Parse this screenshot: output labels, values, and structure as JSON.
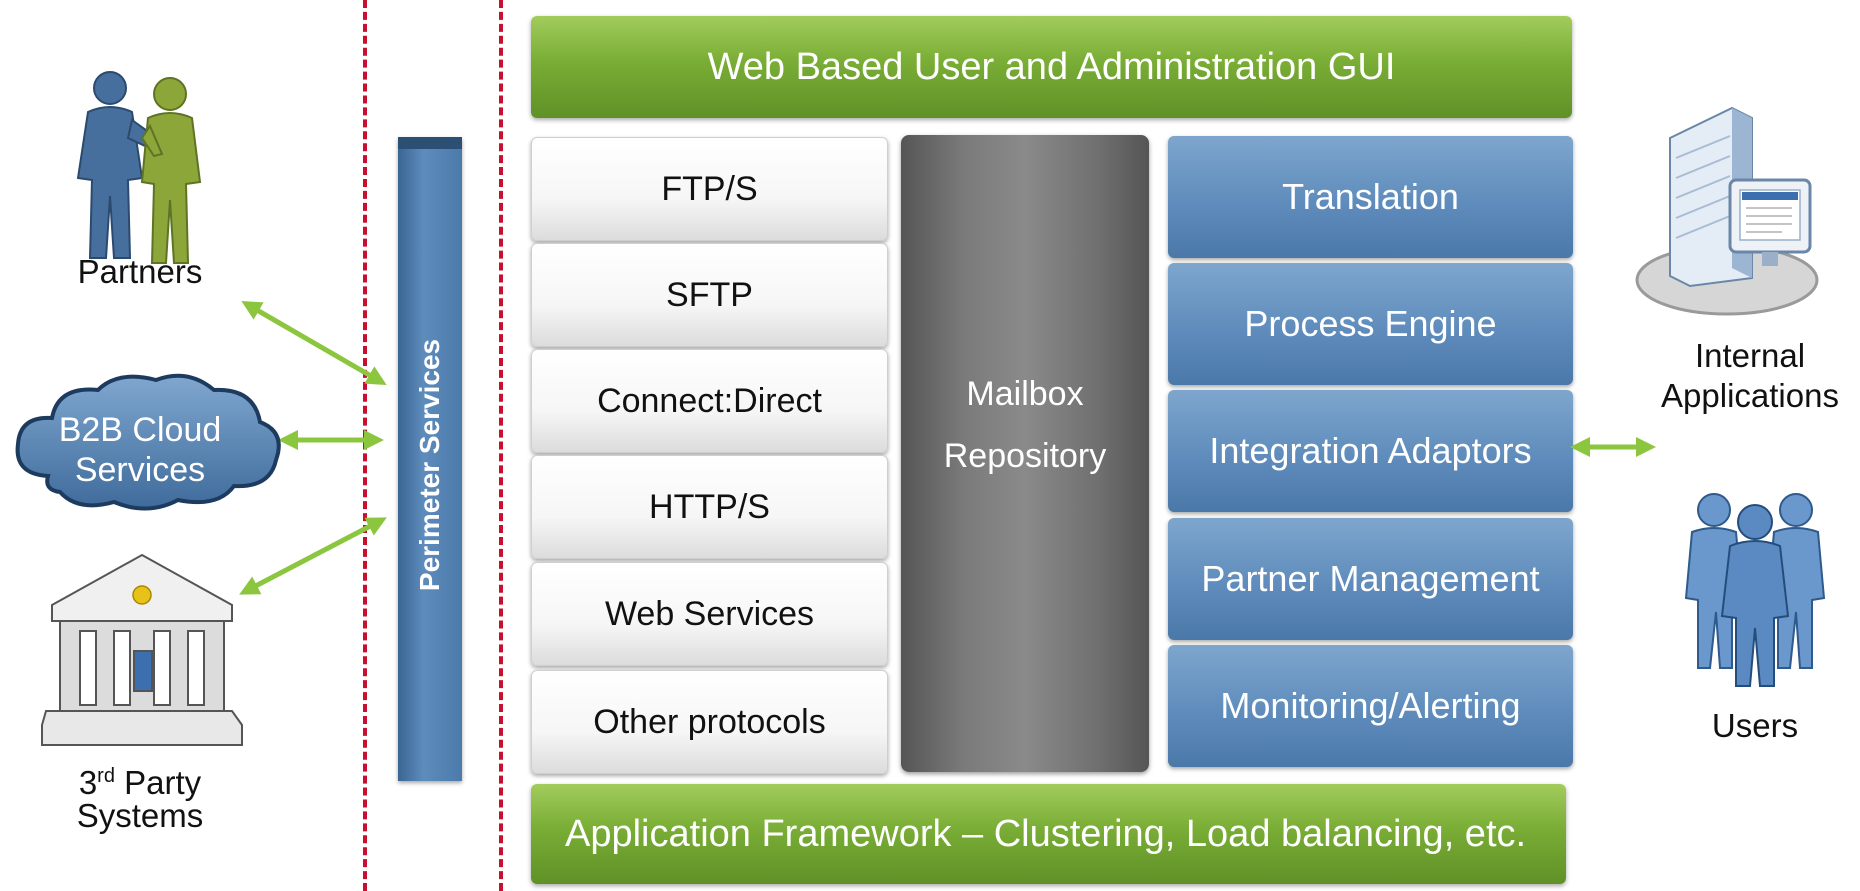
{
  "top_bar": {
    "label": "Web Based User and Administration GUI"
  },
  "bottom_bar": {
    "label": "Application Framework – Clustering, Load balancing, etc."
  },
  "perimeter": {
    "label": "Perimeter Services"
  },
  "protocols": [
    "FTP/S",
    "SFTP",
    "Connect:Direct",
    "HTTP/S",
    "Web Services",
    "Other protocols"
  ],
  "mailbox": {
    "line1": "Mailbox",
    "line2": "Repository"
  },
  "services": [
    "Translation",
    "Process Engine",
    "Integration Adaptors",
    "Partner Management",
    "Monitoring/Alerting"
  ],
  "left_entities": {
    "partners": "Partners",
    "cloud_line1": "B2B Cloud",
    "cloud_line2": "Services",
    "third_party_prefix": "3",
    "third_party_sup": "rd",
    "third_party_rest": " Party",
    "third_party_line2": "Systems"
  },
  "right_entities": {
    "internal_line1": "Internal",
    "internal_line2": "Applications",
    "users": "Users"
  },
  "colors": {
    "boundary_dash": "#c8102e",
    "arrow": "#8cc63f",
    "green_bar": "#79ad35",
    "blue_service": "#5f8cbc",
    "mailbox_gray": "#7a7a7a"
  },
  "icons": [
    "handshake-people-icon",
    "cloud-icon",
    "government-building-icon",
    "server-computer-icon",
    "users-group-icon"
  ]
}
